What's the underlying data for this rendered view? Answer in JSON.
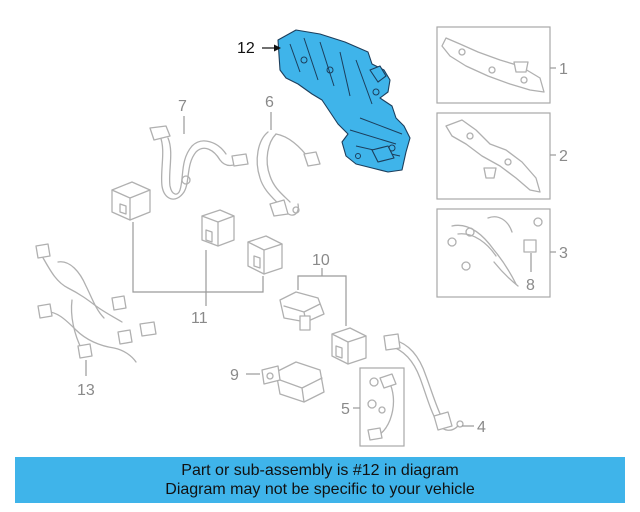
{
  "diagram": {
    "highlight_color": "#3fb4ea",
    "callouts": {
      "c1": "1",
      "c2": "2",
      "c3": "3",
      "c4": "4",
      "c5": "5",
      "c6": "6",
      "c7": "7",
      "c8": "8",
      "c9": "9",
      "c10": "10",
      "c11": "11",
      "c12": "12",
      "c13": "13"
    }
  },
  "banner": {
    "line1": "Part or sub-assembly is #12 in diagram",
    "line2": "Diagram may not be specific to your vehicle",
    "background": "#3fb4ea"
  }
}
